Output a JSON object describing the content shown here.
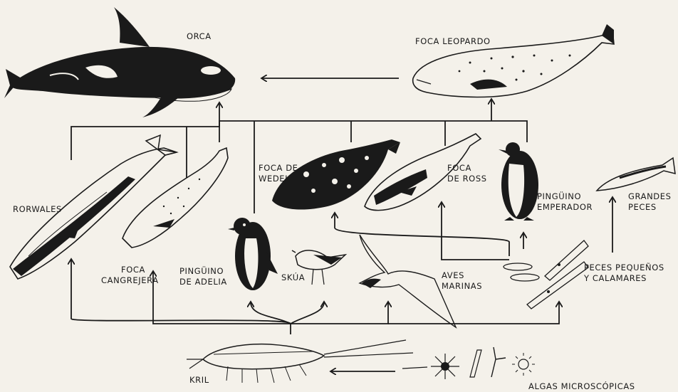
{
  "colors": {
    "ink": "#1a1a1a",
    "paper": "#f4f1ea"
  },
  "labels": {
    "orca": "ORCA",
    "foca_leopardo": "FOCA LEOPARDO",
    "rorwales": "RORWALES",
    "foca_cangrejera": [
      "FOCA",
      "CANGREJERA"
    ],
    "foca_wedell": [
      "FOCA DE",
      "WEDELL"
    ],
    "foca_ross": [
      "FOCA",
      "DE ROSS"
    ],
    "pinguino_emperador": [
      "PINGÜINO",
      "EMPERADOR"
    ],
    "grandes_peces": [
      "GRANDES",
      "PECES"
    ],
    "pinguino_adelia": [
      "PINGÜINO",
      "DE ADELIA"
    ],
    "skua": "SKÚA",
    "aves_marinas": [
      "AVES",
      "MARINAS"
    ],
    "peces_pequenos": [
      "PECES PEQUEÑOS",
      "Y CALAMARES"
    ],
    "kril": "KRIL",
    "algas": "ALGAS MICROSCÓPICAS"
  },
  "organisms": [
    "orca",
    "foca-leopardo",
    "rorwales",
    "foca-cangrejera",
    "foca-wedell",
    "foca-ross",
    "pinguino-emperador",
    "grandes-peces",
    "pinguino-adelia",
    "skua",
    "aves-marinas",
    "peces-pequenos",
    "kril",
    "algas"
  ]
}
